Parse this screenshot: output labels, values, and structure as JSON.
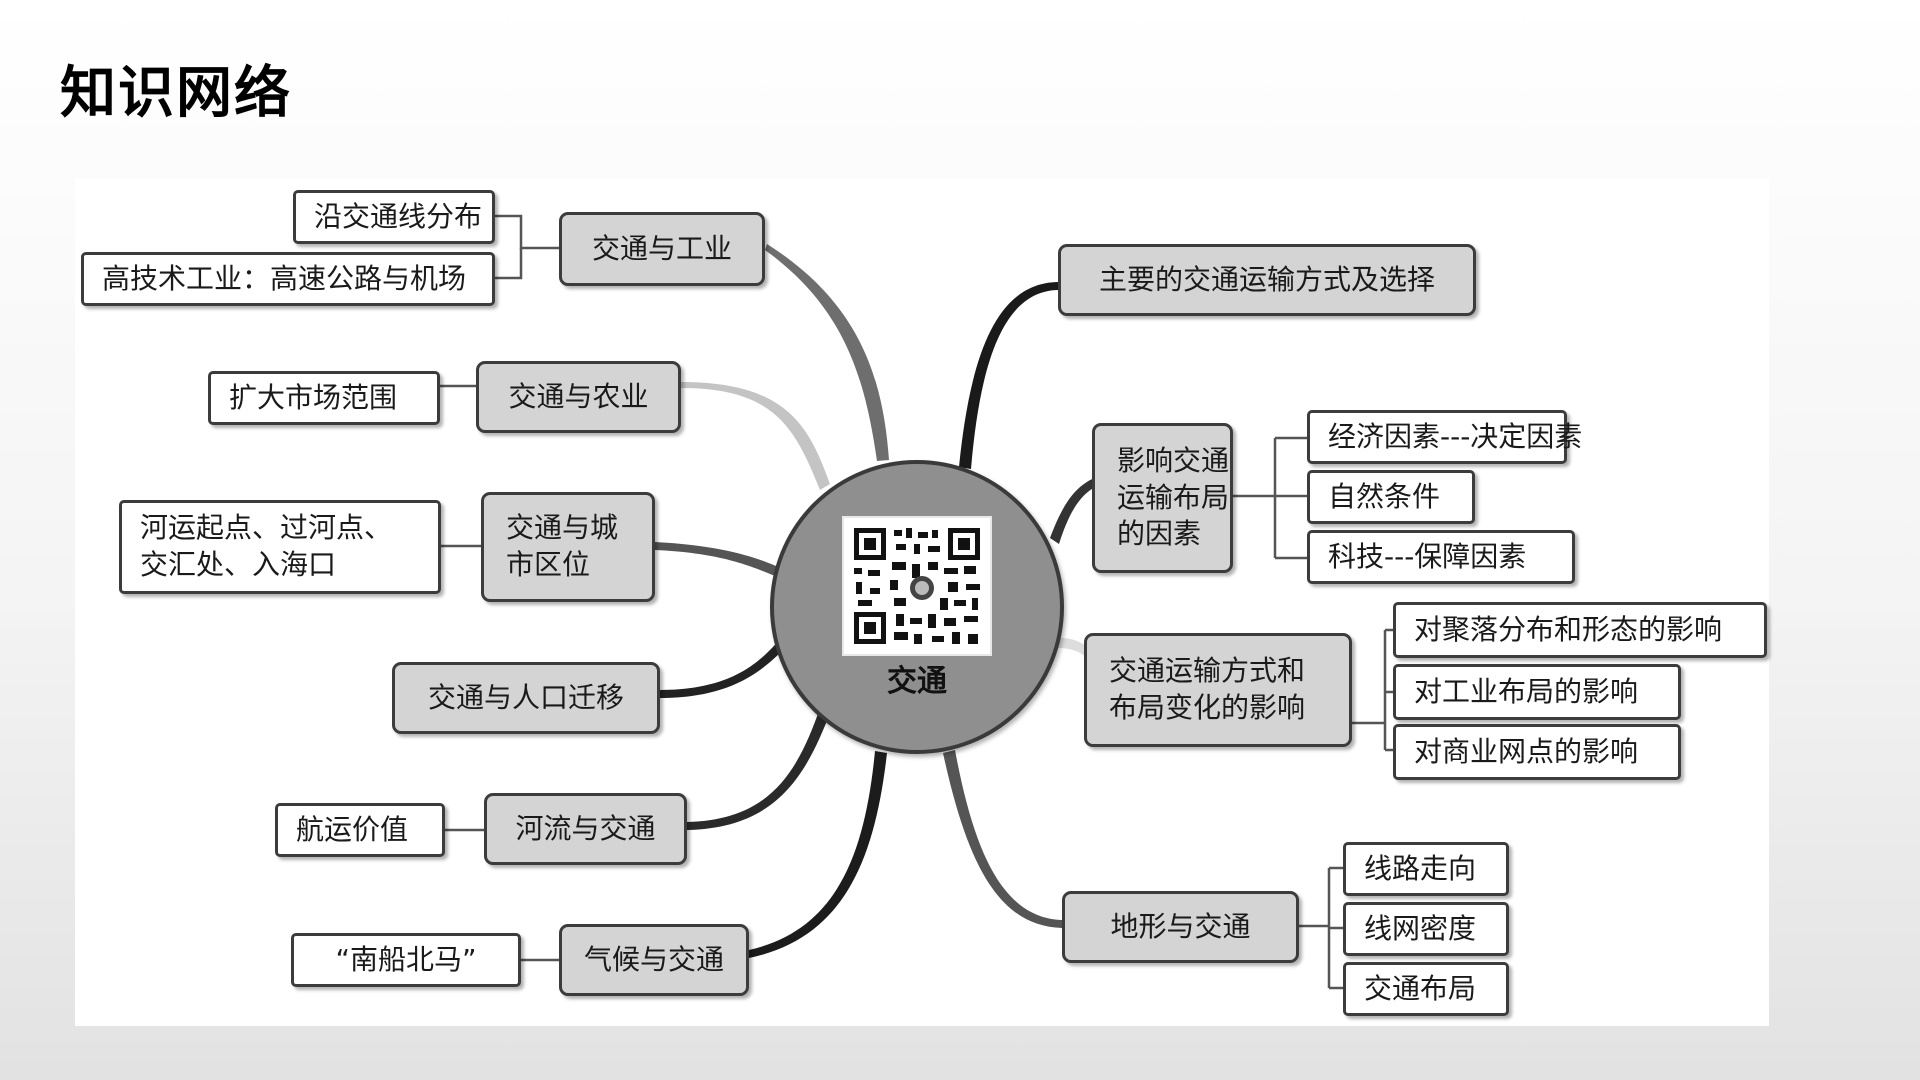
{
  "title": "知识网络",
  "center": {
    "label": "交通",
    "qr_icon": "qr-code-icon"
  },
  "left_branches": [
    {
      "label": "交通与工业",
      "leaves": [
        "沿交通线分布",
        "高技术工业：高速公路与机场"
      ]
    },
    {
      "label": "交通与农业",
      "leaves": [
        "扩大市场范围"
      ]
    },
    {
      "label": "交通与城市区位",
      "label_lines": [
        "交通与城",
        "市区位"
      ],
      "leaves": [
        "河运起点、过河点、交汇处、入海口"
      ],
      "leaf_lines": [
        "河运起点、过河点、",
        "交汇处、入海口"
      ]
    },
    {
      "label": "交通与人口迁移",
      "leaves": []
    },
    {
      "label": "河流与交通",
      "leaves": [
        "航运价值"
      ]
    },
    {
      "label": "气候与交通",
      "leaves": [
        "“南船北马”"
      ]
    }
  ],
  "right_branches": [
    {
      "label": "主要的交通运输方式及选择",
      "leaves": []
    },
    {
      "label": "影响交通运输布局的因素",
      "label_lines": [
        "影响交通",
        "运输布局",
        "的因素"
      ],
      "leaves": [
        "经济因素---决定因素",
        "自然条件",
        "科技---保障因素"
      ]
    },
    {
      "label": "交通运输方式和布局变化的影响",
      "label_lines": [
        "交通运输方式和",
        "布局变化的影响"
      ],
      "leaves": [
        "对聚落分布和形态的影响",
        "对工业布局的影响",
        "对商业网点的影响"
      ]
    },
    {
      "label": "地形与交通",
      "leaves": [
        "线路走向",
        "线网密度",
        "交通布局"
      ]
    }
  ]
}
